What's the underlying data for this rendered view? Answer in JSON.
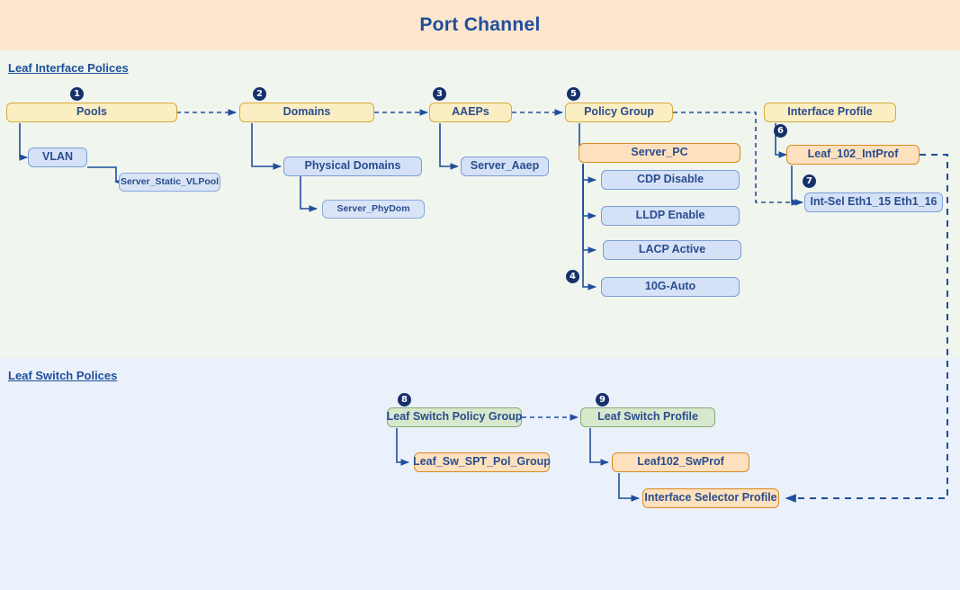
{
  "header": {
    "title": "Port Channel",
    "band_color": "#fce6cd",
    "title_color": "#1f4e9c"
  },
  "sections": [
    {
      "id": "leaf-interface-polices",
      "title": "Leaf Interface Polices",
      "background": "#f0f5ee"
    },
    {
      "id": "leaf-switch-polices",
      "title": "Leaf Switch Polices",
      "background": "#eaf1fb"
    }
  ],
  "palette": {
    "yellow_fill": "#fbeec2",
    "yellow_border": "#d9a93b",
    "orange_fill": "#fde0bd",
    "orange_border": "#d98c22",
    "blue_fill": "#d4e1f7",
    "blue_border": "#7b9ed6",
    "green_fill": "#d7e8cd",
    "green_border": "#87ab74",
    "text_blue": "#2b4d8e",
    "connector": "#1f4e9c",
    "badge_fill": "#16306b"
  },
  "badges": [
    {
      "name": "badge-1",
      "label": "1",
      "target": "pools"
    },
    {
      "name": "badge-2",
      "label": "2",
      "target": "domains"
    },
    {
      "name": "badge-3",
      "label": "3",
      "target": "aaeps"
    },
    {
      "name": "badge-4",
      "label": "4",
      "target": "10g-auto"
    },
    {
      "name": "badge-5",
      "label": "5",
      "target": "policy-group"
    },
    {
      "name": "badge-6",
      "label": "6",
      "target": "leaf-102-intprof"
    },
    {
      "name": "badge-7",
      "label": "7",
      "target": "int-sel"
    },
    {
      "name": "badge-8",
      "label": "8",
      "target": "leaf-switch-policy-group"
    },
    {
      "name": "badge-9",
      "label": "9",
      "target": "leaf-switch-profile"
    }
  ],
  "nodes": {
    "pools": {
      "label": "Pools"
    },
    "vlan": {
      "label": "VLAN"
    },
    "server_static_vlpool": {
      "label": "Server_Static_VLPool"
    },
    "domains": {
      "label": "Domains"
    },
    "physical_domains": {
      "label": "Physical Domains"
    },
    "server_phydom": {
      "label": "Server_PhyDom"
    },
    "aaeps": {
      "label": "AAEPs"
    },
    "server_aaep": {
      "label": "Server_Aaep"
    },
    "policy_group": {
      "label": "Policy Group"
    },
    "server_pc": {
      "label": "Server_PC"
    },
    "cdp_disable": {
      "label": "CDP Disable"
    },
    "lldp_enable": {
      "label": "LLDP Enable"
    },
    "lacp_active": {
      "label": "LACP Active"
    },
    "ten_g_auto": {
      "label": "10G-Auto"
    },
    "interface_profile": {
      "label": "Interface Profile"
    },
    "leaf_102_intprof": {
      "label": "Leaf_102_IntProf"
    },
    "int_sel": {
      "label": "Int-Sel Eth1_15 Eth1_16"
    },
    "leaf_switch_policy_group": {
      "label": "Leaf Switch Policy Group"
    },
    "leaf_sw_spt_pol_group": {
      "label": "Leaf_Sw_SPT_Pol_Group"
    },
    "leaf_switch_profile": {
      "label": "Leaf Switch Profile"
    },
    "leaf102_swprof": {
      "label": "Leaf102_SwProf"
    },
    "interface_selector_profile": {
      "label": "Interface Selector Profile"
    }
  }
}
